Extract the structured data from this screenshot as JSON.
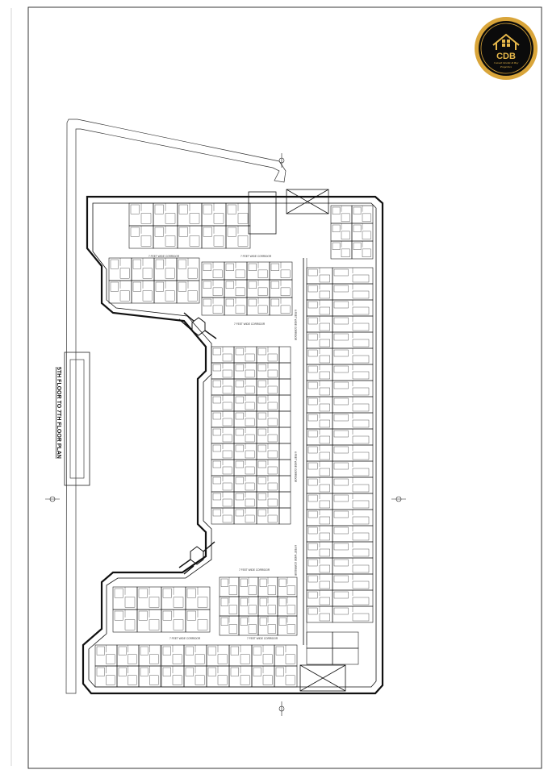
{
  "sheet": {
    "title": "5TH FLOOR TO 7TH FLOOR PLAN"
  },
  "logo": {
    "initials": "CDB",
    "tagline_1": "Consult Decide & Buy",
    "tagline_2": "Properties",
    "ring_color": "#d9a53a",
    "fill_color": "#0b0b0b"
  },
  "corridors": {
    "north_left": "7 FEET WIDE CORRIDOR",
    "north_right": "7 FEET WIDE CORRIDOR",
    "upper_inner": "7 FEET WIDE CORRIDOR",
    "lower_inner": "7 FEET WIDE CORRIDOR",
    "south_left": "7 FEET WIDE CORRIDOR",
    "south_right": "7 FEET WIDE CORRIDOR",
    "main_top": "6 FEET WIDE CORRIDOR",
    "main_mid": "6 FEET WIDE CORRIDOR",
    "main_bottom": "6 FEET WIDE CORRIDOR"
  },
  "icons": {
    "north_arrow_top": "north-marker-icon",
    "north_arrow_bottom": "north-marker-icon",
    "section_marker_left": "section-marker-icon",
    "section_marker_right": "section-marker-icon"
  },
  "line_color": "#1a1a1a"
}
